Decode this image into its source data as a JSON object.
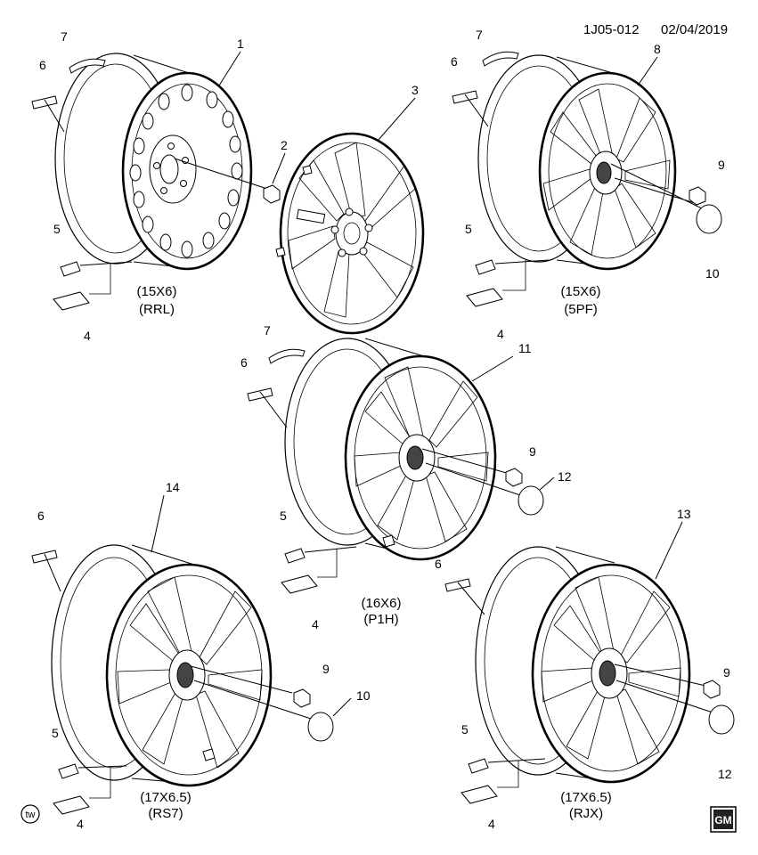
{
  "header": {
    "ref": "1J05-012",
    "date": "02/04/2019"
  },
  "wheels": [
    {
      "id": "rrl",
      "size": "(15X6)",
      "code": "(RRL)"
    },
    {
      "id": "5pf",
      "size": "(15X6)",
      "code": "(5PF)"
    },
    {
      "id": "p1h",
      "size": "(16X6)",
      "code": "(P1H)"
    },
    {
      "id": "rs7",
      "size": "(17X6.5)",
      "code": "(RS7)"
    },
    {
      "id": "rjx",
      "size": "(17X6.5)",
      "code": "(RJX)"
    }
  ],
  "callouts": {
    "n1": "1",
    "n2": "2",
    "n3": "3",
    "n4": "4",
    "n5": "5",
    "n6": "6",
    "n7": "7",
    "n8": "8",
    "n9": "9",
    "n10": "10",
    "n11": "11",
    "n12": "12",
    "n13": "13",
    "n14": "14"
  },
  "footer": {
    "tw_badge": "tw",
    "logo": "GM"
  }
}
